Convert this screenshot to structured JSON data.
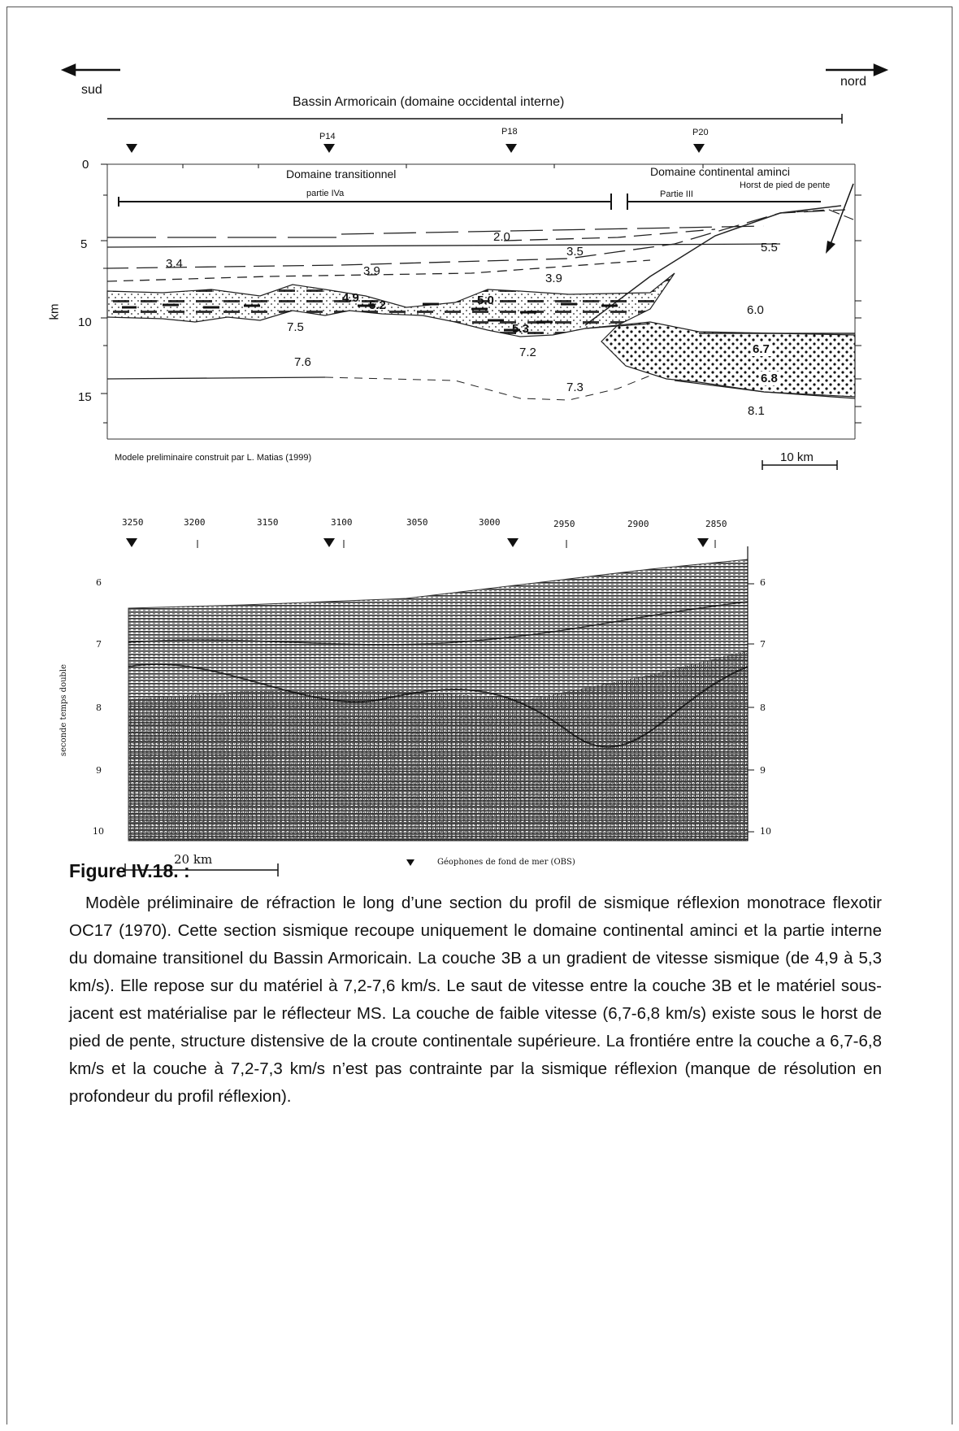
{
  "top_model": {
    "direction_south": "sud",
    "direction_north": "nord",
    "basin_title": "Bassin Armoricain (domaine occidental interne)",
    "profiles": [
      "P14",
      "P18",
      "P20"
    ],
    "domain_transitional": "Domaine transitionnel",
    "domain_transitional_part": "partie IVa",
    "domain_continental": "Domaine continental aminci",
    "domain_continental_part": "Partie III",
    "horst_label": "Horst de pied de pente",
    "depth_axis_label": "km",
    "depth_ticks": [
      "0",
      "5",
      "10",
      "15"
    ],
    "velocities": [
      "2.0",
      "3.5",
      "3.4",
      "3.9",
      "3.9",
      "5.5",
      "4.9",
      "5.2",
      "5.0",
      "6.0",
      "7.5",
      "5.3",
      "7.2",
      "6.7",
      "7.6",
      "6.8",
      "7.3",
      "8.1"
    ],
    "credit": "Modele preliminaire construit par L. Matias (1999)",
    "scale_label": "10 km"
  },
  "seismic_section": {
    "shot_labels": [
      "3250",
      "3200",
      "3150",
      "3100",
      "3050",
      "3000",
      "2950",
      "2900",
      "2850"
    ],
    "time_ticks": [
      "6",
      "7",
      "8",
      "9",
      "10"
    ],
    "time_axis_label": "seconde temps double",
    "scale_label": "20 km",
    "legend_text": "Géophones de fond de mer (OBS)"
  },
  "caption": {
    "title": "Figure IV.18. :",
    "body": "Modèle préliminaire de réfraction le long d’une section du profil de sismique réflexion monotrace flexotir OC17 (1970). Cette section sismique recoupe uniquement le domaine continental aminci et la partie interne du domaine transitionel du Bassin Armoricain. La couche 3B a un gradient de vitesse sismique (de 4,9 à 5,3 km/s). Elle repose sur du matériel à 7,2-7,6 km/s. Le saut de vitesse entre la couche 3B et le matériel sous-jacent est matérialise par le réflecteur MS. La couche de faible vitesse (6,7-6,8 km/s) existe sous le horst de pied de pente, structure distensive de la croute continentale supérieure. La frontiére entre la couche a 6,7-6,8 km/s et la couche à 7,2-7,3 km/s n’est pas contrainte par la sismique réflexion (manque de résolution en profondeur du profil réflexion)."
  },
  "colors": {
    "ink": "#111111",
    "frame": "#555555",
    "background": "#ffffff"
  }
}
